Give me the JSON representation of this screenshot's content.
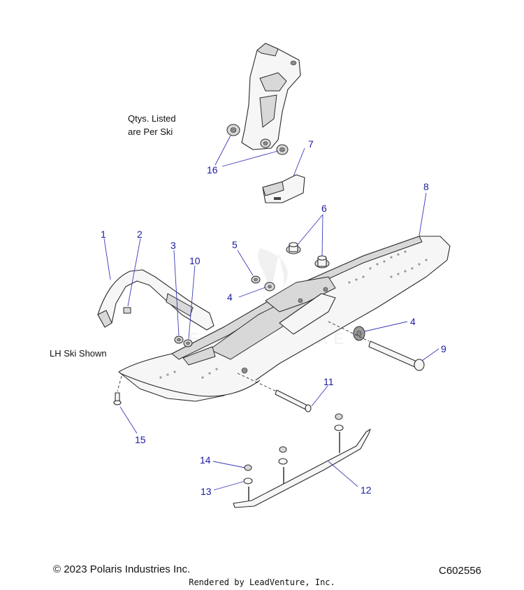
{
  "notes": {
    "qty_line1": "Qtys. Listed",
    "qty_line2": "are Per Ski",
    "side_note": "LH Ski Shown"
  },
  "callouts": [
    "1",
    "2",
    "3",
    "10",
    "4",
    "5",
    "6",
    "7",
    "8",
    "9",
    "4",
    "11",
    "12",
    "13",
    "14",
    "15",
    "16"
  ],
  "footer": {
    "copyright": "© 2023 Polaris Industries Inc.",
    "diagram_code": "C602556",
    "rendered_by": "Rendered by LeadVenture, Inc."
  },
  "watermark": "LEADVENTURE"
}
